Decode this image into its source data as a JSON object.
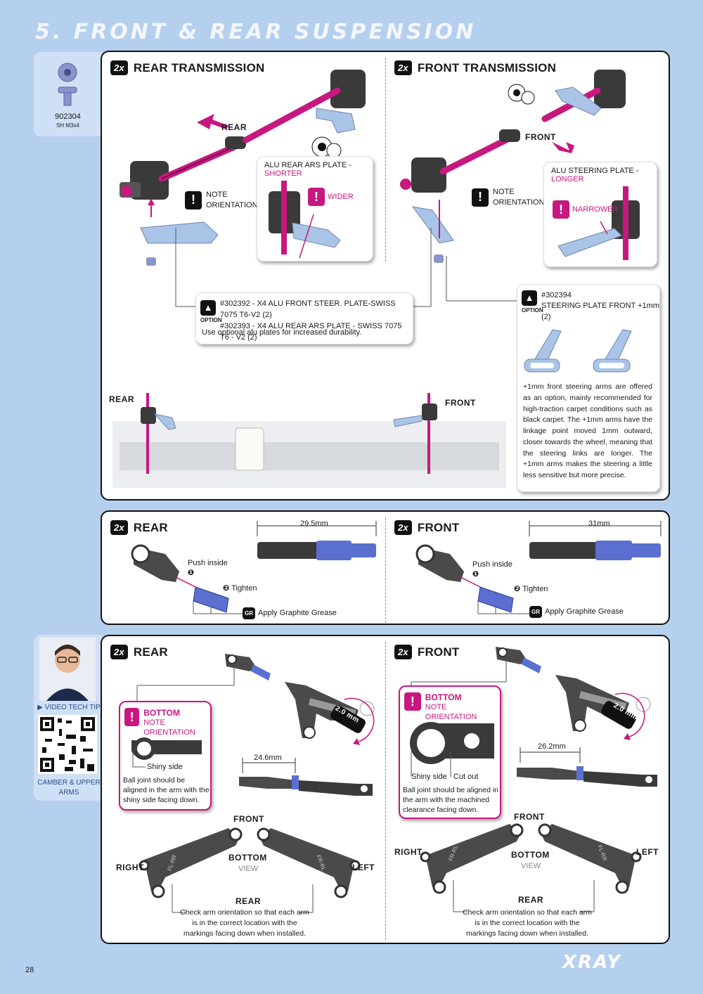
{
  "page": {
    "title": "5. FRONT & REAR SUSPENSION",
    "page_number": "28",
    "brand": "XRAY"
  },
  "parts_sidebar": {
    "part_number": "902304",
    "part_desc": "SH M3x4"
  },
  "transmission_panel": {
    "rear": {
      "qty": "2x",
      "heading": "REAR TRANSMISSION",
      "dir_label": "REAR",
      "plate_callout_prefix": "ALU REAR ARS PLATE - ",
      "plate_callout_hl": "SHORTER",
      "wider": "WIDER",
      "note": "NOTE",
      "orientation": "ORIENTATION"
    },
    "front": {
      "qty": "2x",
      "heading": "FRONT TRANSMISSION",
      "dir_label": "FRONT",
      "plate_callout_prefix": "ALU STEERING PLATE - ",
      "plate_callout_hl": "LONGER",
      "narrower": "NARROWER",
      "note": "NOTE",
      "orientation": "ORIENTATION"
    },
    "option1": {
      "tag": "OPTION",
      "line1": "#302392 - X4 ALU FRONT STEER. PLATE-SWISS 7075 T6-V2 (2)",
      "line2": "#302393 - X4 ALU REAR ARS PLATE - SWISS 7075 T6 - V2 (2)",
      "note": "Use optional alu plates for increased durability."
    },
    "option2": {
      "tag": "OPTION",
      "line1": "#302394",
      "line2": "STEERING PLATE  FRONT +1mm (2)",
      "desc": "+1mm front steering arms are offered as an option, mainly recommended for high-traction carpet conditions such as black carpet. The +1mm arms have the linkage point moved 1mm outward, closer towards the wheel, meaning that the steering links are longer. The +1mm arms makes the steering a little less sensitive but more precise."
    },
    "chassis_rear": "REAR",
    "chassis_front": "FRONT"
  },
  "pivot_panel": {
    "rear": {
      "qty": "2x",
      "heading": "REAR",
      "dim": "29.5mm",
      "step1": "Push inside",
      "step2": "Tighten",
      "grease": "Apply Graphite Grease",
      "gr": "GR"
    },
    "front": {
      "qty": "2x",
      "heading": "FRONT",
      "dim": "31mm",
      "step1": "Push inside",
      "step2": "Tighten",
      "grease": "Apply Graphite Grease",
      "gr": "GR"
    }
  },
  "video_sidebar": {
    "label": "VIDEO TECH TIP",
    "caption": "CAMBER & UPPER ARMS"
  },
  "arms_panel": {
    "rear": {
      "qty": "2x",
      "heading": "REAR",
      "wrench": "2.0 mm",
      "note_title": "BOTTOM",
      "note_sub": "NOTE ORIENTATION",
      "shiny": "Shiny side",
      "ball_note": "Ball joint should be aligned in the arm with the shiny side facing down.",
      "dim": "24.6mm",
      "front": "FRONT",
      "bottom": "BOTTOM",
      "view": "VIEW",
      "right": "RIGHT",
      "left": "LEFT",
      "rear_lbl": "REAR",
      "mark_l": "FL-RR",
      "mark_r": "FR-RL",
      "check": "Check arm orientation so that each arm is in the correct location with the markings facing down when installed."
    },
    "front": {
      "qty": "2x",
      "heading": "FRONT",
      "wrench": "2.0 mm",
      "note_title": "BOTTOM",
      "note_sub": "NOTE ORIENTATION",
      "shiny": "Shiny side",
      "cutout": "Cut out",
      "ball_note": "Ball joint should be aligned in the arm with the machined clearance facing down.",
      "dim": "26.2mm",
      "front": "FRONT",
      "bottom": "BOTTOM",
      "view": "VIEW",
      "right": "RIGHT",
      "left": "LEFT",
      "rear_lbl": "REAR",
      "mark_l": "FR-RL",
      "mark_r": "FL-RR",
      "check": "Check arm orientation so that each arm is in the correct location with the markings facing down when installed."
    }
  },
  "colors": {
    "accent": "#c8177f",
    "bg": "#b5cfee",
    "plate": "#a9c4e6",
    "part": "#3a3a3a"
  }
}
